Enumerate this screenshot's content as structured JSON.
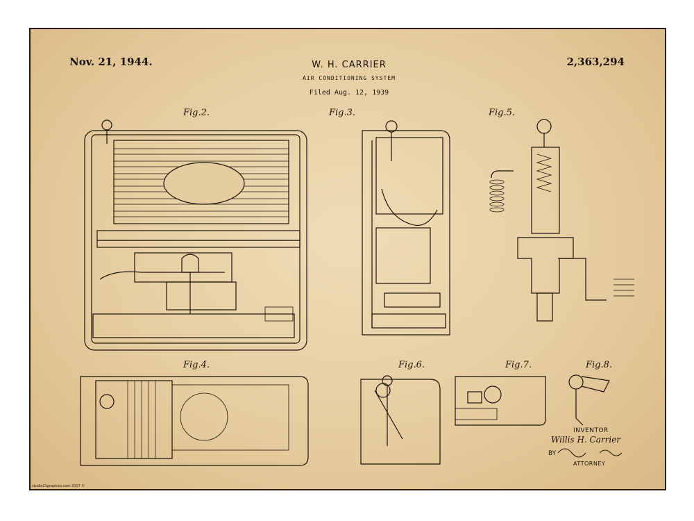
{
  "header": {
    "date": "Nov. 21, 1944.",
    "patent_number": "2,363,294",
    "inventor_name": "W. H. CARRIER",
    "title": "AIR CONDITIONING SYSTEM",
    "filed": "Filed Aug. 12, 1939"
  },
  "figures": {
    "fig2": "Fig.2.",
    "fig3": "Fig.3.",
    "fig4": "Fig.4.",
    "fig5": "Fig.5.",
    "fig6": "Fig.6.",
    "fig7": "Fig.7.",
    "fig8": "Fig.8."
  },
  "signature": {
    "inventor_label": "INVENTOR",
    "inventor_name": "Willis H. Carrier",
    "by_label": "BY",
    "attorney_label": "ATTORNEY"
  },
  "credit": "studio21graphics.com 2017 ©",
  "colors": {
    "paper": "#e6cda0",
    "ink": "#1c130b",
    "frame": "#2a1d10"
  }
}
